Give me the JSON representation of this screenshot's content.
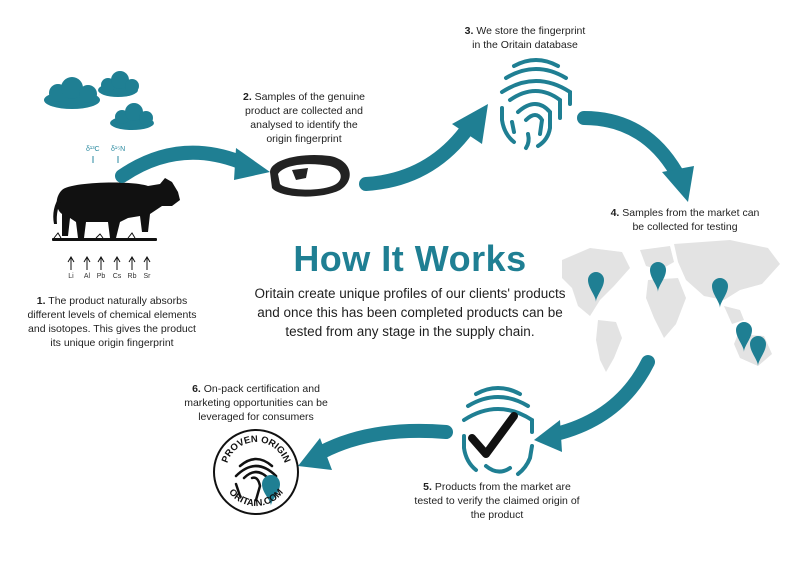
{
  "title": "How It Works",
  "description": "Oritain create unique profiles of our clients' products and once this has been completed products can be tested from any stage in the supply chain.",
  "steps": [
    {
      "num": "1.",
      "text": "The product naturally absorbs different levels of chemical elements and isotopes. This gives the product its unique origin fingerprint"
    },
    {
      "num": "2.",
      "text": "Samples of the genuine product are collected and analysed to identify the origin fingerprint"
    },
    {
      "num": "3.",
      "text": "We store the fingerprint in the Oritain database"
    },
    {
      "num": "4.",
      "text": "Samples from the market can be collected for testing"
    },
    {
      "num": "5.",
      "text": "Products from the market are tested to verify the claimed origin of the product"
    },
    {
      "num": "6.",
      "text": "On-pack certification and marketing opportunities can be leveraged for consumers"
    }
  ],
  "isotopes": [
    "δ¹³C",
    "δ¹⁵N"
  ],
  "elements": [
    "Li",
    "Al",
    "Pb",
    "Cs",
    "Rb",
    "Sr"
  ],
  "badge": {
    "top": "PROVEN ORIGIN",
    "bottom": "ORITAIN.COM"
  },
  "colors": {
    "accent": "#1f7f93",
    "map": "#e3e3e3",
    "ink": "#111111"
  }
}
